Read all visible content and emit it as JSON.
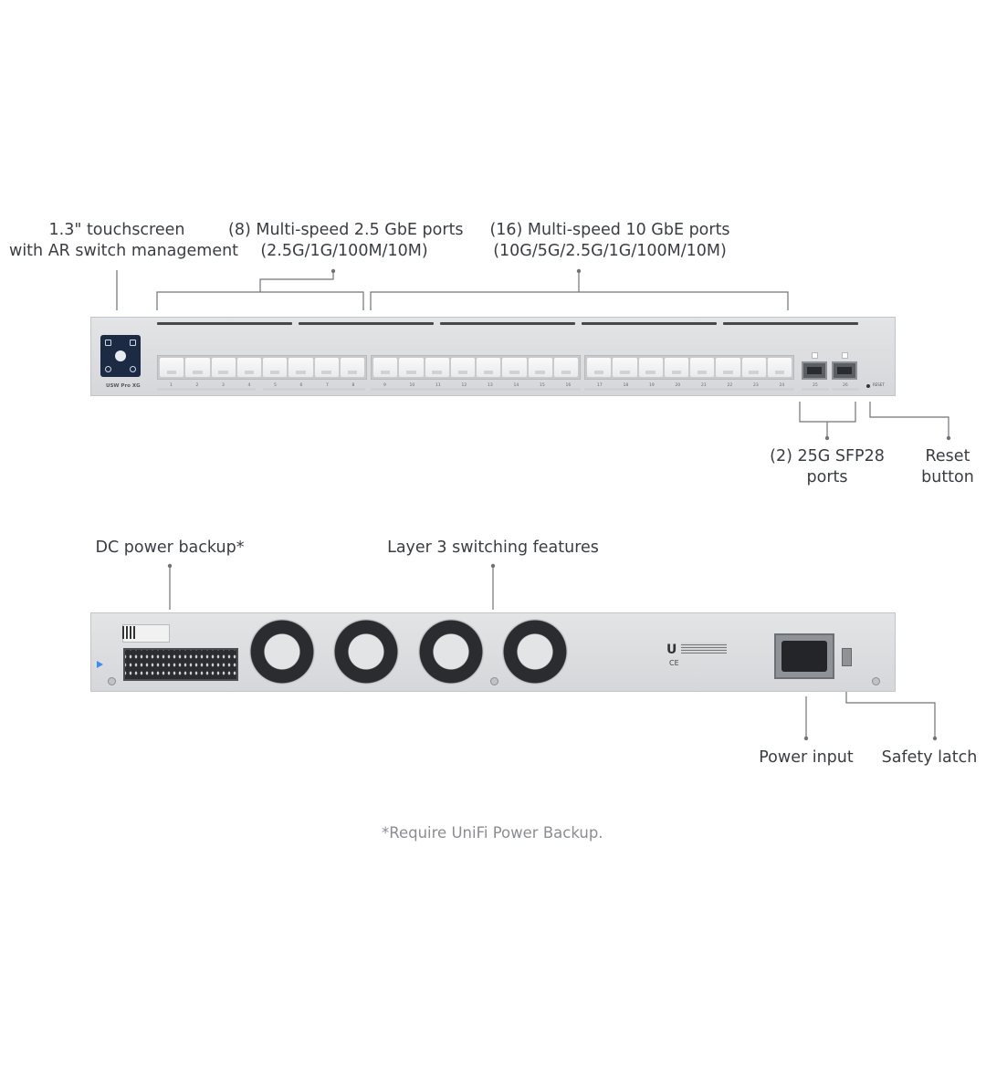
{
  "front_labels": {
    "touchscreen": [
      "1.3\" touchscreen",
      "with AR switch management"
    ],
    "ports_25gbe": [
      "(8) Multi-speed 2.5 GbE ports",
      "(2.5G/1G/100M/10M)"
    ],
    "ports_10gbe": [
      "(16) Multi-speed 10 GbE ports",
      "(10G/5G/2.5G/1G/100M/10M)"
    ],
    "sfp28": [
      "(2) 25G SFP28",
      "ports"
    ],
    "reset": [
      "Reset",
      "button"
    ]
  },
  "rear_labels": {
    "dc_backup": "DC power backup*",
    "layer3": "Layer 3 switching features",
    "power_input": "Power input",
    "safety_latch": "Safety latch"
  },
  "front_panel": {
    "model": "USW Pro XG",
    "port_numbers": [
      "1",
      "2",
      "3",
      "4",
      "5",
      "6",
      "7",
      "8",
      "9",
      "10",
      "11",
      "12",
      "13",
      "14",
      "15",
      "16",
      "17",
      "18",
      "19",
      "20",
      "21",
      "22",
      "23",
      "24"
    ],
    "sfp_numbers": [
      "25",
      "26"
    ],
    "reset_text": "RESET"
  },
  "footnote": "*Require UniFi Power Backup.",
  "colors": {
    "text": "#3a3d42",
    "note": "#8a8d92",
    "chassis": "#dcdddf",
    "screen": "#1c2a44"
  }
}
